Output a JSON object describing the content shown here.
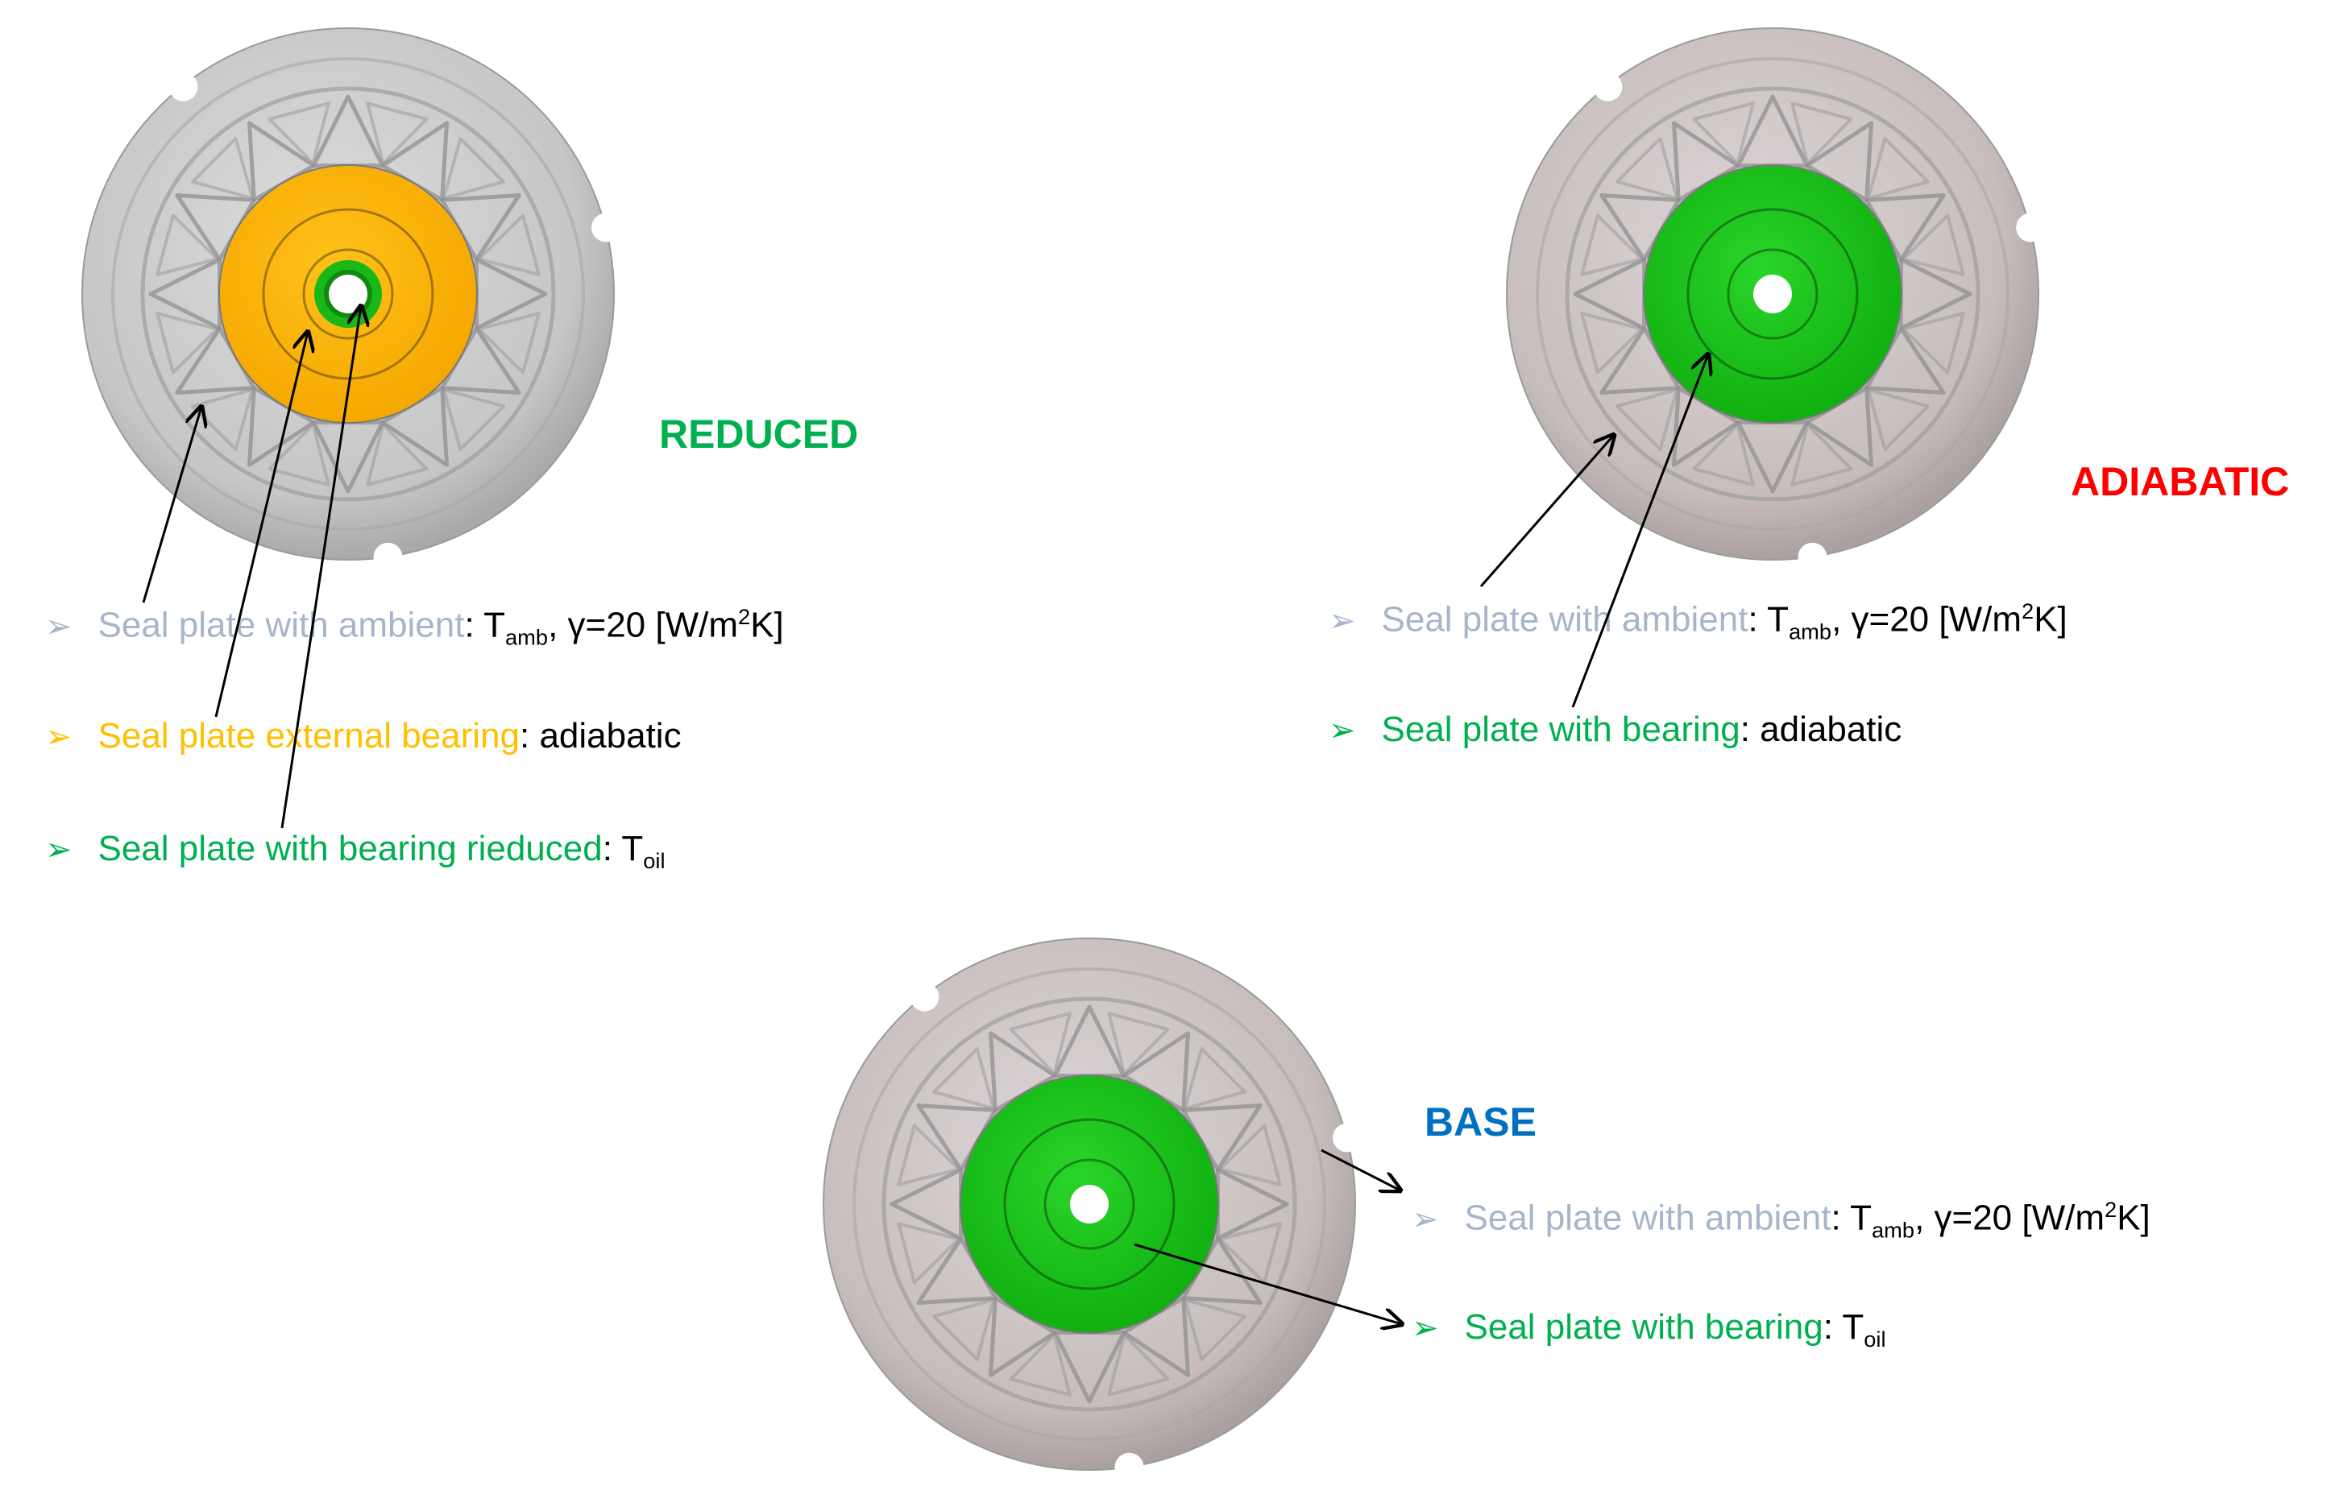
{
  "colors": {
    "green": "#00b050",
    "orange": "#ffc000",
    "grey_label": "#a6b5c9",
    "red": "#ff0000",
    "blue": "#0070c0",
    "plate_grey": "#c9c9c9",
    "plate_rose": "#cbc2c2",
    "insert_green": "#19c819",
    "insert_orange": "#ffb400"
  },
  "bullet_icon": "chevron-arrowhead-icon",
  "reduced": {
    "title": "REDUCED",
    "bullets": [
      {
        "label": "Seal plate with ambient",
        "sep": ":",
        "t": "T",
        "t_sub": "amb",
        "rest": ", γ=20 [W/m",
        "sup": "2",
        "tail": "K]"
      },
      {
        "label": "Seal plate external bearing",
        "sep": ":",
        "value": "adiabatic"
      },
      {
        "label": "Seal plate with bearing rieduced",
        "sep": ":",
        "t": "T",
        "t_sub": "oil"
      }
    ]
  },
  "adiabatic": {
    "title": "ADIABATIC",
    "bullets": [
      {
        "label": "Seal plate with ambient",
        "sep": ":",
        "t": "T",
        "t_sub": "amb",
        "rest": ", γ=20 [W/m",
        "sup": "2",
        "tail": "K]"
      },
      {
        "label": "Seal plate with bearing",
        "sep": ":",
        "value": "adiabatic"
      }
    ]
  },
  "base": {
    "title": "BASE",
    "bullets": [
      {
        "label": "Seal plate with ambient",
        "sep": ":",
        "t": "T",
        "t_sub": "amb",
        "rest": ", γ=20 [W/m",
        "sup": "2",
        "tail": "K]"
      },
      {
        "label": "Seal plate with bearing",
        "sep": ":",
        "t": "T",
        "t_sub": "oil"
      }
    ]
  }
}
